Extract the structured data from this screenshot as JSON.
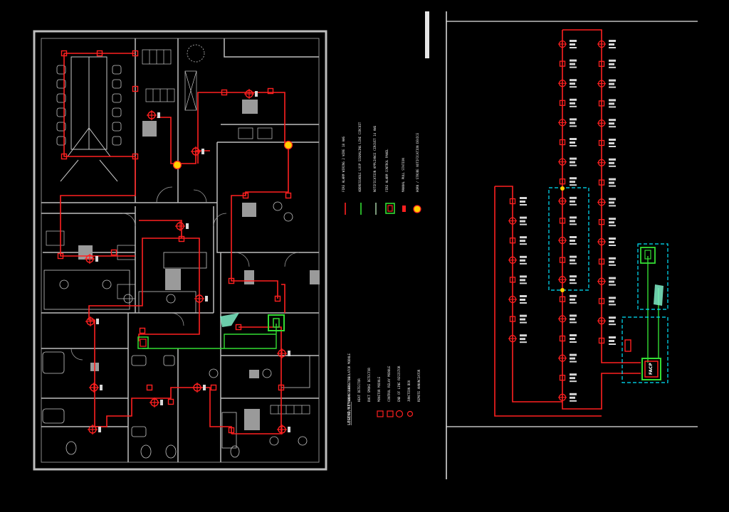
{
  "colors": {
    "background": "#000000",
    "walls": "#bdbdbd",
    "furniture": "#c8c8c8",
    "fire_loop": "#ff2020",
    "bus_wiring": "#33dd33",
    "zone_box": "#00e5ff",
    "strobe": "#ffd000"
  },
  "legend": {
    "title": "LEGEND/KEY",
    "items": [
      "FIRE ALARM WIRING 2 WIRE 18 AWG",
      "ADDRESSABLE LOOP SIGNALING LINE CIRCUIT",
      "NOTIFICATION APPLIANCE CIRCUIT 14 AWG",
      "FIRE ALARM CONTROL PANEL",
      "MANUAL PULL STATION",
      "HORN / STROBE NOTIFICATION DEVICE",
      "SMOKE DETECTOR",
      "HEAT DETECTOR",
      "DUCT SMOKE DETECTOR",
      "MONITOR MODULE",
      "CONTROL RELAY MODULE",
      "END OF LINE RESISTOR",
      "JUNCTION BOX",
      "REMOTE ANNUNCIATOR",
      "ADDRESSABLE ISOLATOR MODULE"
    ]
  },
  "riser": {
    "panel_label": "FACP"
  }
}
